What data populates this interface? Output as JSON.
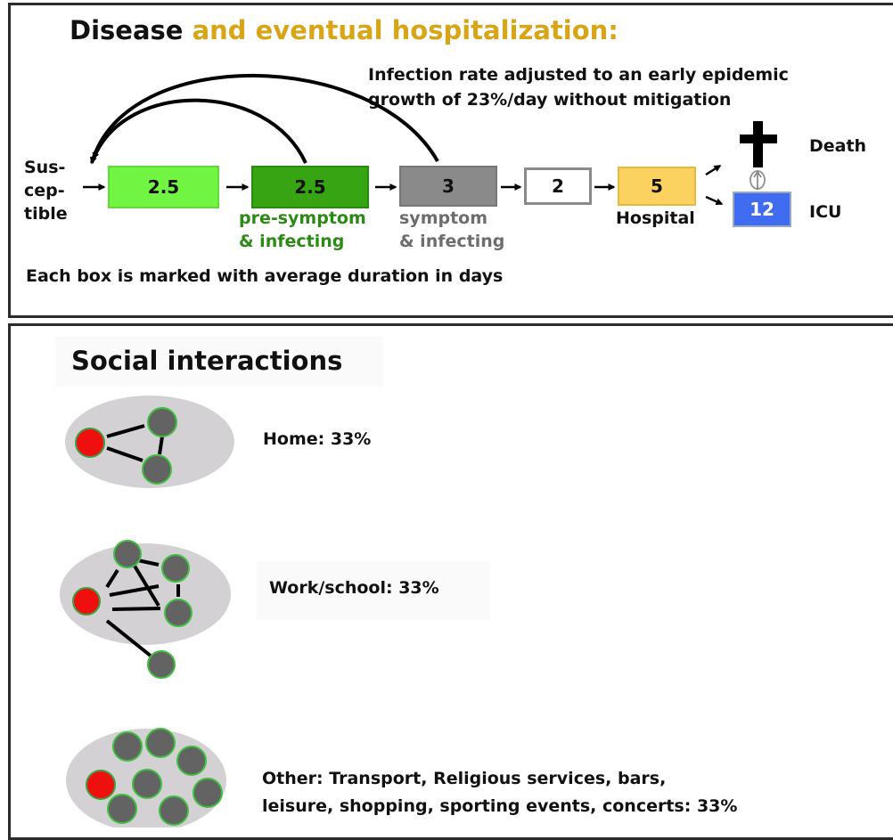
{
  "disease": {
    "title_part1": "Disease",
    "title_part2": "and eventual hospitalization:",
    "note_line1": "Infection rate adjusted to an early epidemic",
    "note_line2": "growth of 23%/day without mitigation",
    "susceptible_line1": "Sus-",
    "susceptible_line2": "cep-",
    "susceptible_line3": "tible",
    "box1_value": "2.5",
    "box2_value": "2.5",
    "box3_value": "3",
    "box4_value": "2",
    "box5_value": "5",
    "icu_value": "12",
    "presymptom_line1": "pre-symptom",
    "presymptom_line2": "& infecting",
    "symptom_line1": "symptom",
    "symptom_line2": "& infecting",
    "hospital_label": "Hospital",
    "death_label": "Death",
    "icu_label": "ICU",
    "footer": "Each box is marked with average duration in days"
  },
  "social": {
    "title": "Social interactions",
    "home_label": "Home:  33%",
    "work_label": "Work/school: 33%",
    "other_line1": "Other: Transport, Religious services, bars,",
    "other_line2": "leisure, shopping, sporting events, concerts: 33%"
  },
  "colors": {
    "box1": "#72f542",
    "box2": "#37a413",
    "box3": "#8a8a8a",
    "box5": "#fbd25f",
    "icu": "#3f6cf0",
    "gold_text": "#d8a516",
    "presymptom_text": "#2a8a14",
    "symptom_text": "#6d6d6d",
    "infected_node": "#ef0f0f",
    "node": "#636363",
    "ellipse": "#d3d1d3"
  }
}
